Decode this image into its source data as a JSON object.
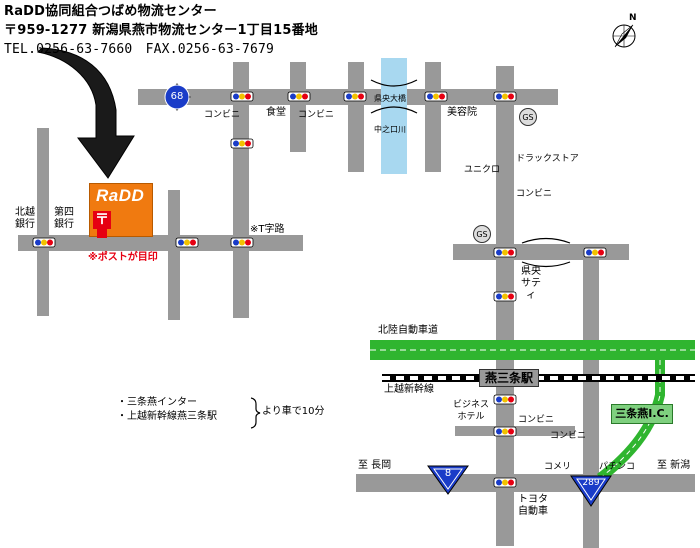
{
  "header": {
    "title": "RaDD協同組合つばめ物流センター",
    "address": "〒959-1277 新潟県燕市物流センター1丁目15番地",
    "contact": "TEL.0256-63-7660　FAX.0256-63-7679"
  },
  "compass": {
    "north_label": "N"
  },
  "routes": {
    "r68": "68",
    "r8": "8",
    "r289": "289"
  },
  "landmarks": {
    "radd": "RaDD",
    "post_symbol": "〒",
    "post_note": "※ポストが目印",
    "hokuetsu_bank": [
      "北越",
      "銀行"
    ],
    "daishi_bank": [
      "第四",
      "銀行"
    ],
    "t_junction": "※T字路",
    "conveni1": "コンビニ",
    "shokudo": "食堂",
    "conveni2": "コンビニ",
    "kenou_bridge": "県央大橋",
    "nakanokuchi_river": "中之口川",
    "biyoin": "美容院",
    "gs1": "GS",
    "drugstore": "ドラックストア",
    "uniqlo": "ユニクロ",
    "conveni3": "コンビニ",
    "gs2": "GS",
    "kenou_city": [
      "県央",
      "サティ"
    ],
    "expressway": "北陸自動車道",
    "station": "燕三条駅",
    "shinkansen": "上越新幹線",
    "business_hotel": [
      "ビジネス",
      "ホテル"
    ],
    "conveni4": "コンビニ",
    "ic": "三条燕I.C.",
    "conveni5": "コンビニ",
    "to_nagaoka": "至 長岡",
    "komeri": "コメリ",
    "pachinko": "パチンコ",
    "to_niigata": "至 新潟",
    "toyota": [
      "トヨタ",
      "自動車"
    ]
  },
  "access": {
    "line1": "・三条燕インター",
    "line2": "・上越新幹線燕三条駅",
    "time": "より車で10分"
  }
}
